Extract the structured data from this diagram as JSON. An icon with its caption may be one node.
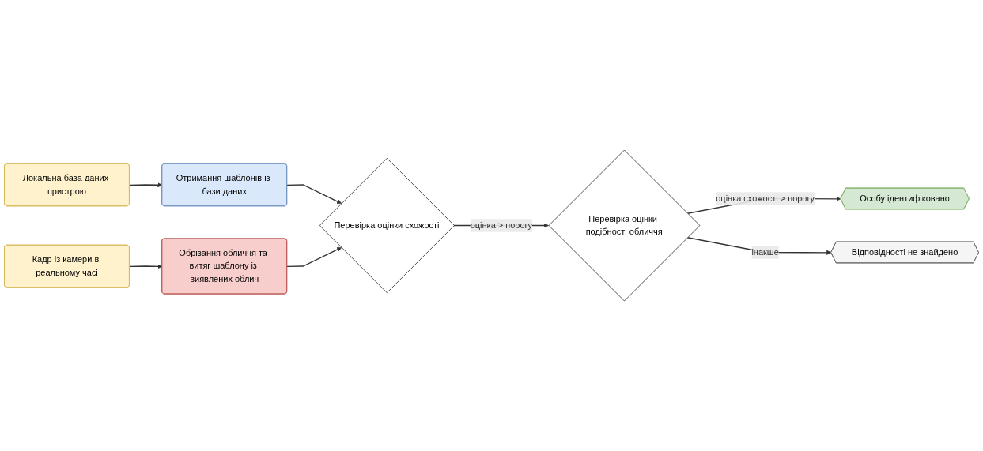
{
  "diagram": {
    "nodes": [
      {
        "text": [
          "Локальна база даних пристрою"
        ]
      },
      {
        "text": [
          "Отримання шаблонів із бази даних"
        ]
      },
      {
        "text": [
          "Кадр із камери в реальному часі"
        ]
      },
      {
        "text": [
          "Обрізання обличчя та витяг шаблону із виявлених облич"
        ]
      },
      {
        "text": [
          "Перевірка оцінки схожості"
        ]
      },
      {
        "text": [
          "Перевірка оцінки подібності обличчя"
        ]
      },
      {
        "text": [
          "Особу ідентифіковано"
        ]
      },
      {
        "text": [
          "Відповідності не знайдено"
        ]
      }
    ],
    "edges": [
      {
        "from": 0,
        "to": 1,
        "arrow": "to"
      },
      {
        "from": 1,
        "to": 4,
        "arrow": "to"
      },
      {
        "from": 2,
        "to": 3,
        "arrow": "to"
      },
      {
        "from": 3,
        "to": 4,
        "arrow": "to"
      },
      {
        "from": 4,
        "to": 5,
        "label": "оцінка > порогу",
        "arrow": "to"
      },
      {
        "from": 5,
        "to": 6,
        "label": "оцінка схожості > порогу",
        "arrow": "to"
      },
      {
        "from": 5,
        "to": 7,
        "label": "інакше",
        "arrow": "to"
      }
    ]
  }
}
